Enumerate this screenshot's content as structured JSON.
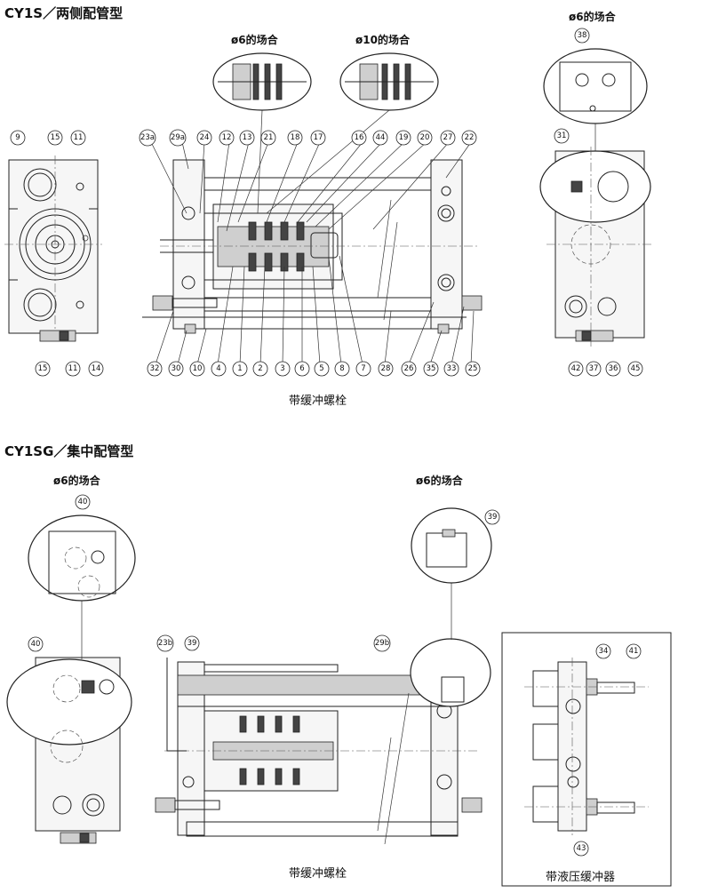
{
  "titles": {
    "cy1s": "CY1S／两侧配管型",
    "cy1sg": "CY1SG／集中配管型"
  },
  "detail_labels": {
    "d6_top_mid": "ø6的场合",
    "d10_top": "ø10的场合",
    "d6_top_right": "ø6的场合",
    "d6_bot_left": "ø6的场合",
    "d6_bot_right": "ø6的场合"
  },
  "captions": {
    "cushion_bolt_top": "带缓冲螺栓",
    "cushion_bolt_bottom": "带缓冲螺栓",
    "hydraulic_buffer": "带液压缓冲器"
  },
  "balloons": {
    "left_view": [
      "9",
      "15",
      "11",
      "15",
      "11",
      "14"
    ],
    "main_top": [
      "23a",
      "29a",
      "24",
      "12",
      "13",
      "21",
      "18",
      "17",
      "16",
      "44",
      "19",
      "20",
      "27",
      "22"
    ],
    "main_bottom": [
      "32",
      "30",
      "10",
      "4",
      "1",
      "2",
      "3",
      "6",
      "5",
      "8",
      "7",
      "28",
      "26",
      "35",
      "33",
      "25"
    ],
    "right_view": [
      "38",
      "31",
      "42",
      "37",
      "36",
      "45"
    ],
    "bottom_left": [
      "40",
      "40"
    ],
    "bottom_right": [
      "39"
    ],
    "bottom_main": [
      "23b",
      "39",
      "29b"
    ],
    "buffer": [
      "34",
      "41",
      "43"
    ]
  }
}
